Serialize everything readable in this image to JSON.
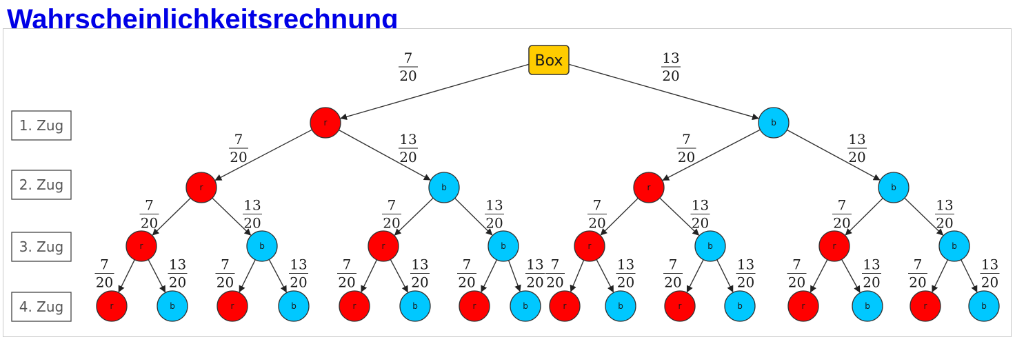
{
  "title": "Wahrscheinlichkeitsrechnung",
  "root": {
    "label": "Box",
    "fill": "#ffcc00"
  },
  "levels": [
    "1. Zug",
    "2. Zug",
    "3. Zug",
    "4. Zug"
  ],
  "outcomes": {
    "r": {
      "label": "r",
      "fill": "#ff0000"
    },
    "b": {
      "label": "b",
      "fill": "#00c8ff"
    }
  },
  "probabilities": {
    "r": {
      "numerator": "7",
      "denominator": "20"
    },
    "b": {
      "numerator": "13",
      "denominator": "20"
    }
  },
  "depth": 4
}
